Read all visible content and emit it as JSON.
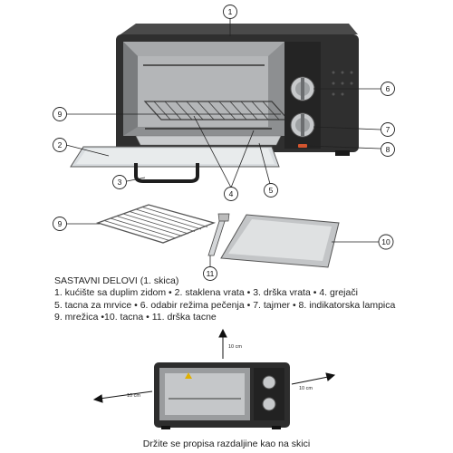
{
  "callouts": [
    "1",
    "2",
    "3",
    "4",
    "5",
    "6",
    "7",
    "8",
    "9",
    "10",
    "11"
  ],
  "legend": {
    "title": "SASTAVNI DELOVI (1. skica)",
    "lines": [
      "1. kućište sa duplim zidom • 2. staklena vrata • 3. drška vrata • 4. grejači",
      "5. tacna za mrvice • 6. odabir režima pečenja • 7. tajmer • 8. indikatorska lampica",
      "9. mrežica •10. tacna • 11. drška tacne"
    ]
  },
  "clearance": {
    "top": "10 cm",
    "left": "10 cm",
    "right": "10 cm",
    "note": "Držite se propisa razdaljine kao na skici"
  },
  "colors": {
    "body_dark": "#2b2b2b",
    "steel": "#b9bcbf",
    "glass": "#d9dde0"
  }
}
